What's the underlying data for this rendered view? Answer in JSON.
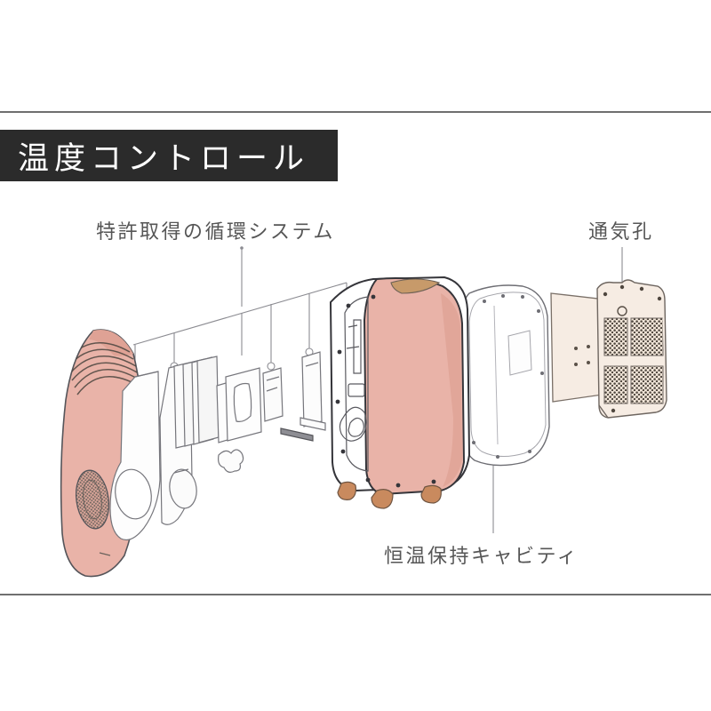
{
  "banner": {
    "title": "温度コントロール",
    "background_color": "#2b2b2b",
    "text_color": "#ffffff"
  },
  "annotations": {
    "circulation_system": "特許取得の循環システム",
    "vent_hole": "通気孔",
    "thermal_cavity": "恒温保持キャビティ"
  },
  "palette": {
    "background": "#ffffff",
    "rule": "#6f6f6f",
    "body_pink": "#e9b3a8",
    "body_pink_shade": "#dfa295",
    "foot_tan": "#c98a5e",
    "accent_tan": "#c79a6a",
    "panel_cream": "#f6ece3",
    "vent_dark": "#5a5148",
    "outline": "#55555a",
    "outline_light": "#9a9aa0",
    "label_text": "#565656"
  },
  "diagram": {
    "type": "exploded-view-illustration",
    "subject": "portable temperature control appliance",
    "parts": [
      "front cover panel",
      "internal circulation assembly",
      "gasket frames",
      "main insulated body",
      "rear shell",
      "vented back panel"
    ]
  }
}
